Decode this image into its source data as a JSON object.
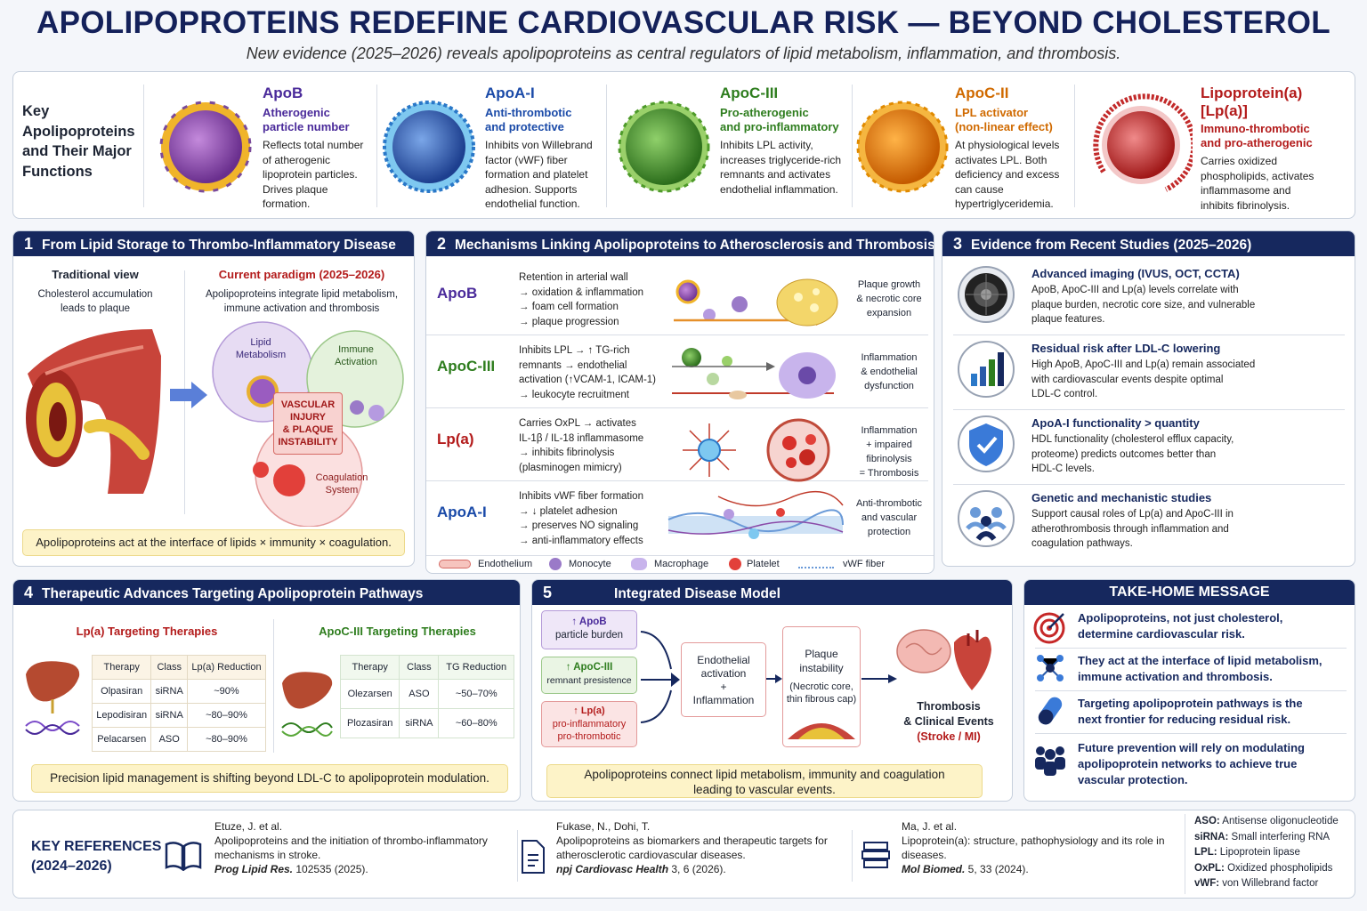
{
  "title": "APOLIPOPROTEINS REDEFINE CARDIOVASCULAR RISK — BEYOND CHOLESTEROL",
  "subtitle": "New evidence (2025–2026) reveals apolipoproteins as central regulators of lipid metabolism, inflammation, and thrombosis.",
  "key": {
    "heading": [
      "Key",
      "Apolipoproteins",
      "and Their Major",
      "Functions"
    ],
    "items": [
      {
        "name": "ApoB",
        "role": [
          "Atherogenic",
          "particle number"
        ],
        "desc": [
          "Reflects total number",
          "of atherogenic",
          "lipoprotein particles.",
          "Drives plaque",
          "formation."
        ],
        "color": "#4a2a9a",
        "icon": "apob-particle-icon"
      },
      {
        "name": "ApoA-I",
        "role": [
          "Anti-thrombotic",
          "and protective"
        ],
        "desc": [
          "Inhibits von Willebrand",
          "factor (vWF) fiber",
          "formation and platelet",
          "adhesion. Supports",
          "endothelial function."
        ],
        "color": "#1a4aa8",
        "icon": "apoa1-particle-icon"
      },
      {
        "name": "ApoC-III",
        "role": [
          "Pro-atherogenic",
          "and pro-inflammatory"
        ],
        "desc": [
          "Inhibits LPL activity,",
          "increases triglyceride-rich",
          "remnants and activates",
          "endothelial inflammation."
        ],
        "color": "#2e7d1e",
        "icon": "apoc3-particle-icon"
      },
      {
        "name": "ApoC-II",
        "role": [
          "LPL activator",
          "(non-linear effect)"
        ],
        "desc": [
          "At physiological levels",
          "activates LPL. Both",
          "deficiency and excess",
          "can cause",
          "hypertriglyceridemia."
        ],
        "color": "#d06a00",
        "icon": "apoc2-particle-icon"
      },
      {
        "name": "Lipoprotein(a)",
        "name2": "[Lp(a)]",
        "role": [
          "Immuno-thrombotic",
          "and pro-atherogenic"
        ],
        "desc": [
          "Carries oxidized",
          "phospholipids, activates",
          "inflammasome and",
          "inhibits fibrinolysis."
        ],
        "color": "#b31b1b",
        "icon": "lpa-particle-icon"
      }
    ]
  },
  "p1": {
    "num": "1",
    "title": "From Lipid Storage to Thrombo-Inflammatory Disease",
    "trad_title": "Traditional view",
    "trad_text": [
      "Cholesterol accumulation",
      "leads to plaque"
    ],
    "cur_title": "Current paradigm (2025–2026)",
    "cur_text": [
      "Apolipoproteins integrate lipid metabolism,",
      "immune activation and thrombosis"
    ],
    "v_lipid": [
      "Lipid",
      "Metabolism"
    ],
    "v_immune": [
      "Immune",
      "Activation"
    ],
    "v_coag": [
      "Coagulation",
      "System"
    ],
    "center": [
      "VASCULAR",
      "INJURY",
      "& PLAQUE",
      "INSTABILITY"
    ],
    "note": "Apolipoproteins act at the interface of lipids × immunity × coagulation."
  },
  "p2": {
    "num": "2",
    "title": "Mechanisms Linking Apolipoproteins to Atherosclerosis and Thrombosis",
    "rows": [
      {
        "name": "ApoB",
        "color": "#4a2a9a",
        "mech": [
          "Retention in arterial wall",
          "→ oxidation & inflammation",
          "→ foam cell formation",
          "→ plaque progression"
        ],
        "out": [
          "Plaque growth",
          "& necrotic core",
          "expansion"
        ]
      },
      {
        "name": "ApoC-III",
        "color": "#2e7d1e",
        "mech": [
          "Inhibits LPL → ↑ TG-rich",
          "remnants → endothelial",
          "activation (↑VCAM-1, ICAM-1)",
          "→ leukocyte recruitment"
        ],
        "out": [
          "Inflammation",
          "& endothelial",
          "dysfunction"
        ]
      },
      {
        "name": "Lp(a)",
        "color": "#b31b1b",
        "mech": [
          "Carries OxPL → activates",
          "IL-1β / IL-18 inflammasome",
          "→ inhibits fibrinolysis",
          "(plasminogen mimicry)"
        ],
        "out": [
          "Inflammation",
          "+ impaired fibrinolysis",
          "= Thrombosis"
        ]
      },
      {
        "name": "ApoA-I",
        "color": "#1a4aa8",
        "mech": [
          "Inhibits vWF fiber formation",
          "→ ↓ platelet adhesion",
          "→ preserves NO signaling",
          "→ anti-inflammatory effects"
        ],
        "out": [
          "Anti-thrombotic",
          "and vascular",
          "protection"
        ]
      }
    ],
    "legend": [
      "Endothelium",
      "Monocyte",
      "Macrophage",
      "Platelet",
      "vWF fiber"
    ]
  },
  "p3": {
    "num": "3",
    "title": "Evidence from Recent Studies (2025–2026)",
    "items": [
      {
        "title": "Advanced imaging (IVUS, OCT, CCTA)",
        "text": [
          "ApoB, ApoC-III and Lp(a) levels correlate with",
          "plaque burden, necrotic core size, and vulnerable",
          "plaque features."
        ]
      },
      {
        "title": "Residual risk after LDL-C lowering",
        "text": [
          "High ApoB, ApoC-III and Lp(a) remain associated",
          "with cardiovascular events despite optimal",
          "LDL-C control."
        ]
      },
      {
        "title": "ApoA-I functionality > quantity",
        "text": [
          "HDL functionality (cholesterol efflux capacity,",
          "proteome) predicts outcomes better than",
          "HDL-C levels."
        ]
      },
      {
        "title": "Genetic and mechanistic studies",
        "text": [
          "Support causal roles of Lp(a) and ApoC-III in",
          "atherothrombosis through inflammation and",
          "coagulation pathways."
        ]
      }
    ]
  },
  "p4": {
    "num": "4",
    "title": "Therapeutic Advances Targeting Apolipoprotein Pathways",
    "lpa_title": "Lp(a) Targeting Therapies",
    "lpa_head": [
      "Therapy",
      "Class",
      "Lp(a) Reduction"
    ],
    "lpa_rows": [
      [
        "Olpasiran",
        "siRNA",
        "~90%"
      ],
      [
        "Lepodisiran",
        "siRNA",
        "~80–90%"
      ],
      [
        "Pelacarsen",
        "ASO",
        "~80–90%"
      ]
    ],
    "c3_title": "ApoC-III Targeting Therapies",
    "c3_head": [
      "Therapy",
      "Class",
      "TG Reduction"
    ],
    "c3_rows": [
      [
        "Olezarsen",
        "ASO",
        "~50–70%"
      ],
      [
        "Plozasiran",
        "siRNA",
        "~60–80%"
      ]
    ],
    "note": "Precision lipid management is shifting beyond LDL-C to apolipoprotein modulation."
  },
  "p5": {
    "num": "5",
    "title": "Integrated Disease Model",
    "in1": [
      "↑ ApoB",
      "particle burden"
    ],
    "in2": [
      "↑ ApoC-III",
      "remnant presistence"
    ],
    "in3": [
      "↑ Lp(a)",
      "pro-inflammatory",
      "pro-thrombotic"
    ],
    "endo": [
      "Endothelial",
      "activation",
      "+",
      "Inflammation"
    ],
    "plaque": [
      "Plaque",
      "instability",
      "(Necrotic core,",
      "thin fibrous cap)"
    ],
    "outcome": [
      "Thrombosis",
      "& Clinical Events"
    ],
    "outcome_sub": "(Stroke / MI)",
    "note": [
      "Apolipoproteins connect lipid metabolism, immunity and coagulation",
      "leading to vascular events."
    ]
  },
  "take": {
    "title": "TAKE-HOME MESSAGE",
    "items": [
      {
        "text": [
          "Apolipoproteins, not just cholesterol,",
          "determine cardiovascular risk."
        ]
      },
      {
        "text": [
          "They act at the interface of lipid metabolism,",
          "immune activation and thrombosis."
        ]
      },
      {
        "text": [
          "Targeting apolipoprotein pathways is the",
          "next frontier for reducing residual risk."
        ]
      },
      {
        "text": [
          "Future prevention will rely on modulating",
          "apolipoprotein networks to achieve true",
          "vascular protection."
        ]
      }
    ]
  },
  "refs": {
    "heading": [
      "KEY REFERENCES",
      "(2024–2026)"
    ],
    "items": [
      {
        "authors": "Etuze, J. et al.",
        "title": [
          "Apolipoproteins and the initiation of thrombo-inflammatory",
          "mechanisms in stroke."
        ],
        "journal": "Prog Lipid Res.",
        "cite": " 102535 (2025)."
      },
      {
        "authors": "Fukase, N., Dohi, T.",
        "title": [
          "Apolipoproteins as biomarkers and therapeutic targets for",
          "atherosclerotic cardiovascular diseases."
        ],
        "journal": "npj Cardiovasc Health",
        "cite": " 3, 6 (2026)."
      },
      {
        "authors": "Ma, J. et al.",
        "title": [
          "Lipoprotein(a): structure, pathophysiology and its role in",
          "diseases."
        ],
        "journal": "Mol Biomed.",
        "cite": " 5, 33 (2024)."
      }
    ]
  },
  "abbr": [
    {
      "k": "ASO:",
      "v": " Antisense oligonucleotide"
    },
    {
      "k": "siRNA:",
      "v": " Small interfering RNA"
    },
    {
      "k": "LPL:",
      "v": " Lipoprotein lipase"
    },
    {
      "k": "OxPL:",
      "v": " Oxidized phospholipids"
    },
    {
      "k": "vWF:",
      "v": " von Willebrand factor"
    }
  ],
  "colors": {
    "navy": "#16285e",
    "apob": "#4a2a9a",
    "apoa1": "#1a4aa8",
    "apoc3": "#2e7d1e",
    "apoc2": "#d06a00",
    "lpa": "#b31b1b",
    "note_bg": "#fdf3c8"
  }
}
